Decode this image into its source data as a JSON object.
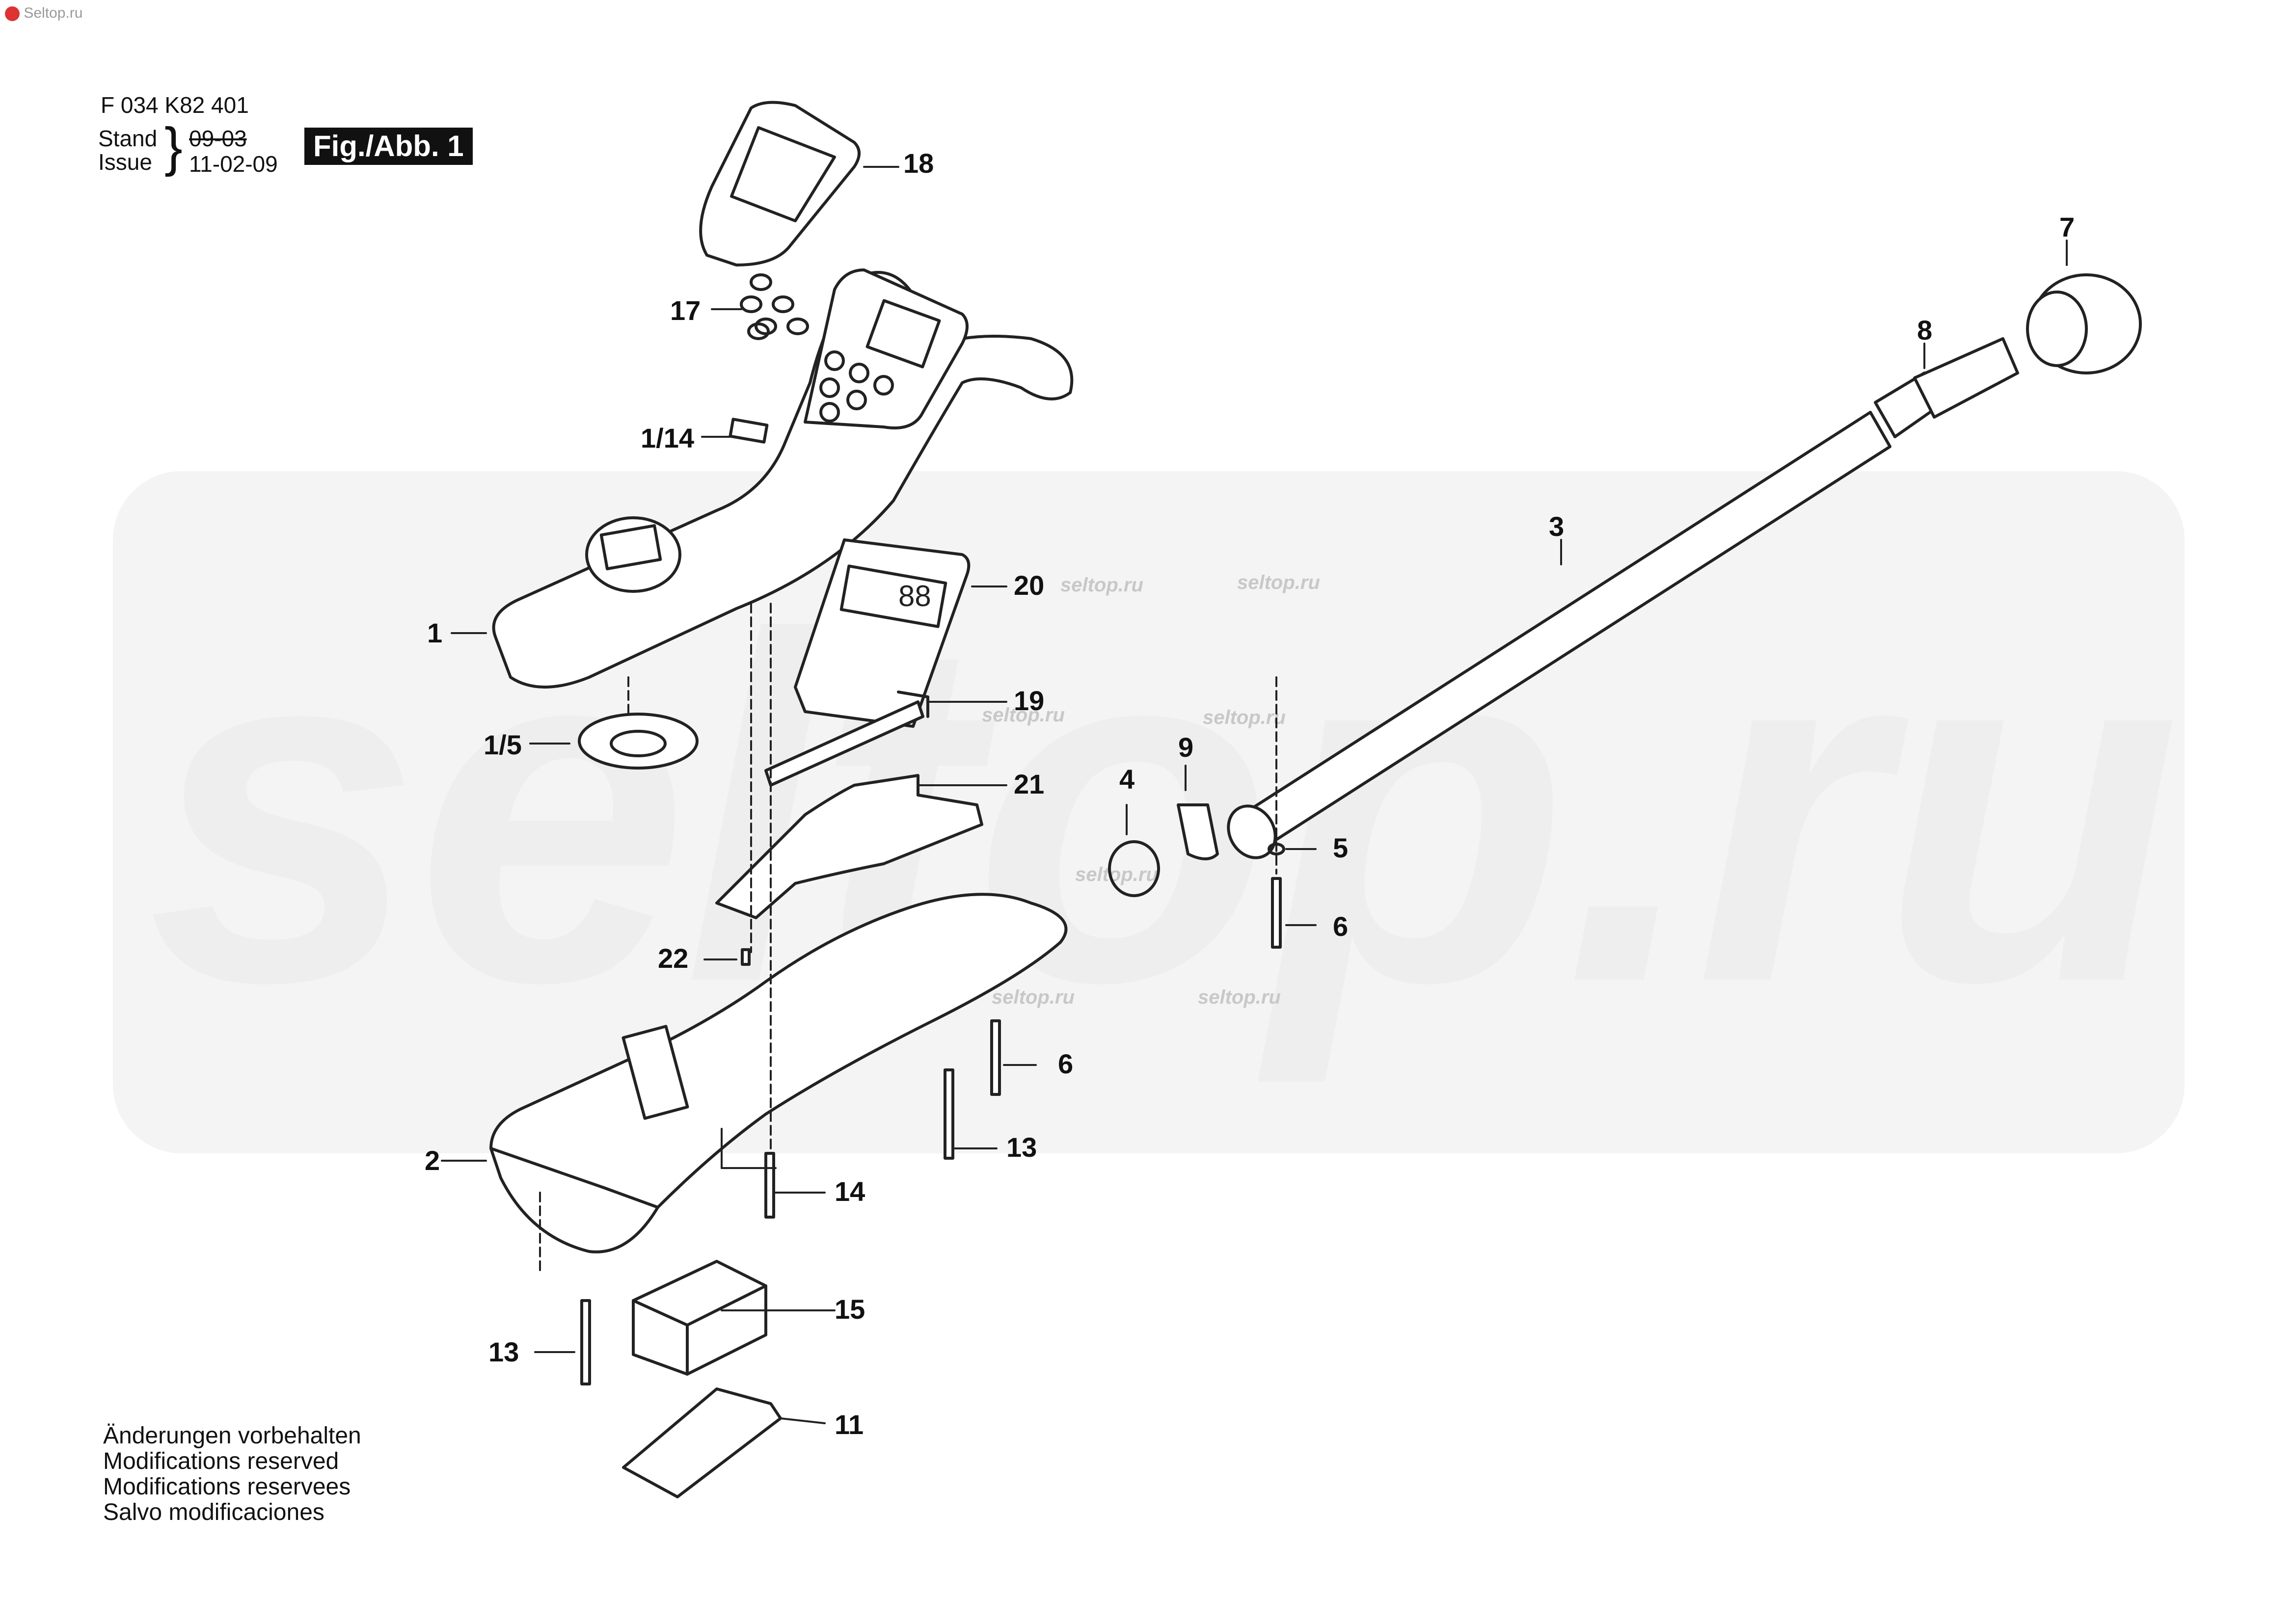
{
  "header": {
    "part_number": "F 034 K82 401",
    "stand_label": "Stand",
    "issue_label": "Issue",
    "old_date": "09-03",
    "new_date": "11-02-09",
    "figure_label": "Fig./Abb. 1"
  },
  "notes": [
    "Änderungen vorbehalten",
    "Modifications reserved",
    "Modifications reservees",
    "Salvo modificaciones"
  ],
  "watermark": {
    "big": "seltop.ru",
    "small": "seltop.ru",
    "corner": "Seltop.ru"
  },
  "parts": [
    {
      "id": "1",
      "name": "housing-upper"
    },
    {
      "id": "1/5",
      "name": "speaker"
    },
    {
      "id": "1/14",
      "name": "label-plate"
    },
    {
      "id": "2",
      "name": "housing-lower"
    },
    {
      "id": "3",
      "name": "tube"
    },
    {
      "id": "4",
      "name": "o-ring"
    },
    {
      "id": "5",
      "name": "washer"
    },
    {
      "id": "6",
      "name": "screw"
    },
    {
      "id": "7",
      "name": "end-cap"
    },
    {
      "id": "8",
      "name": "tube-adapter"
    },
    {
      "id": "9",
      "name": "clamp"
    },
    {
      "id": "11",
      "name": "battery-cover"
    },
    {
      "id": "13",
      "name": "long-screw"
    },
    {
      "id": "14",
      "name": "screw"
    },
    {
      "id": "15",
      "name": "battery-holder"
    },
    {
      "id": "17",
      "name": "keypad-buttons"
    },
    {
      "id": "18",
      "name": "display-window"
    },
    {
      "id": "19",
      "name": "flex-cable"
    },
    {
      "id": "20",
      "name": "display-board"
    },
    {
      "id": "21",
      "name": "circuit-board"
    },
    {
      "id": "22",
      "name": "small-screw"
    }
  ]
}
